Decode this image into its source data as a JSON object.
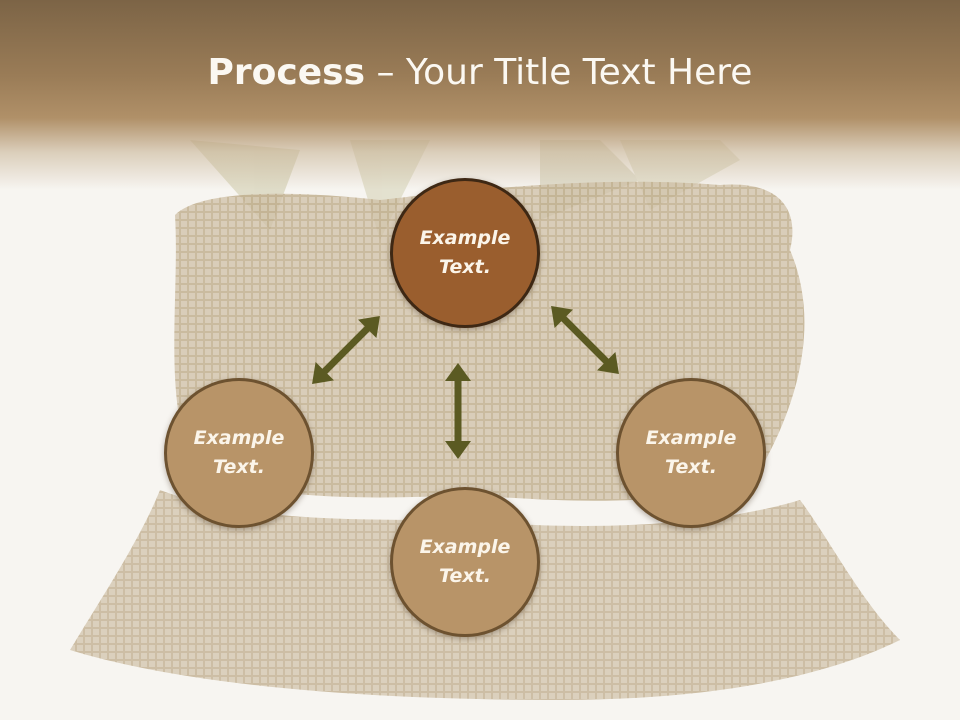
{
  "slide": {
    "title_bold": "Process",
    "title_rest": " – Your Title Text Here"
  },
  "nodes": [
    {
      "id": "top",
      "line1": "Example",
      "line2": "Text."
    },
    {
      "id": "left",
      "line1": "Example",
      "line2": "Text."
    },
    {
      "id": "bottom",
      "line1": "Example",
      "line2": "Text."
    },
    {
      "id": "right",
      "line1": "Example",
      "line2": "Text."
    }
  ],
  "colors": {
    "title_bar": "#9a7c57",
    "highlight_node": "#9a5e2e",
    "node": "#b89468",
    "arrow": "#5b5a22"
  }
}
